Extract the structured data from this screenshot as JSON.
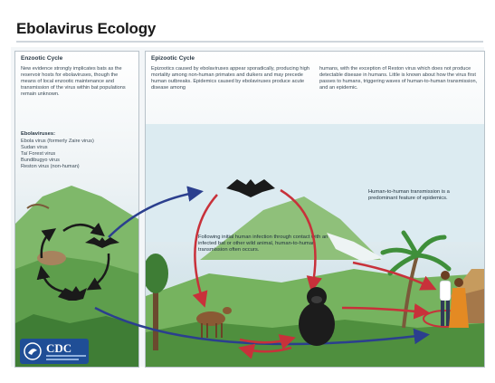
{
  "title": "Ebolavirus Ecology",
  "enzootic": {
    "heading": "Enzootic Cycle",
    "text": "New evidence strongly implicates bats as the reservoir hosts for ebolaviruses, though the means of local enzootic maintenance and transmission of the virus within bat populations remain unknown.",
    "list_title": "Ebolaviruses:",
    "viruses": [
      "Ebola virus (formerly Zaire virus)",
      "Sudan virus",
      "Taï Forest virus",
      "Bundibugyo virus",
      "Reston virus (non-human)"
    ]
  },
  "epizootic": {
    "heading": "Epizootic Cycle",
    "text_left": "Epizootics caused by ebolaviruses appear sporadically, producing high mortality among non-human primates and duikers and may precede human outbreaks. Epidemics caused by ebolaviruses produce acute disease among",
    "text_right": "humans, with the exception of Reston virus which does not produce detectable disease in humans. Little is known about how the virus first passes to humans, triggering waves of human-to-human transmission, and an epidemic.",
    "human_note": "Human-to-human transmission is a predominant feature of epidemics.",
    "infection_note": "Following initial human infection through contact with an infected bat or other wild animal, human-to-human transmission often occurs."
  },
  "logo": {
    "text": "CDC"
  },
  "colors": {
    "red_arrow": "#c8313a",
    "blue_arrow": "#2b3f8e",
    "black_arrow": "#1a1a1a",
    "logo_blue": "#1f4e96"
  }
}
